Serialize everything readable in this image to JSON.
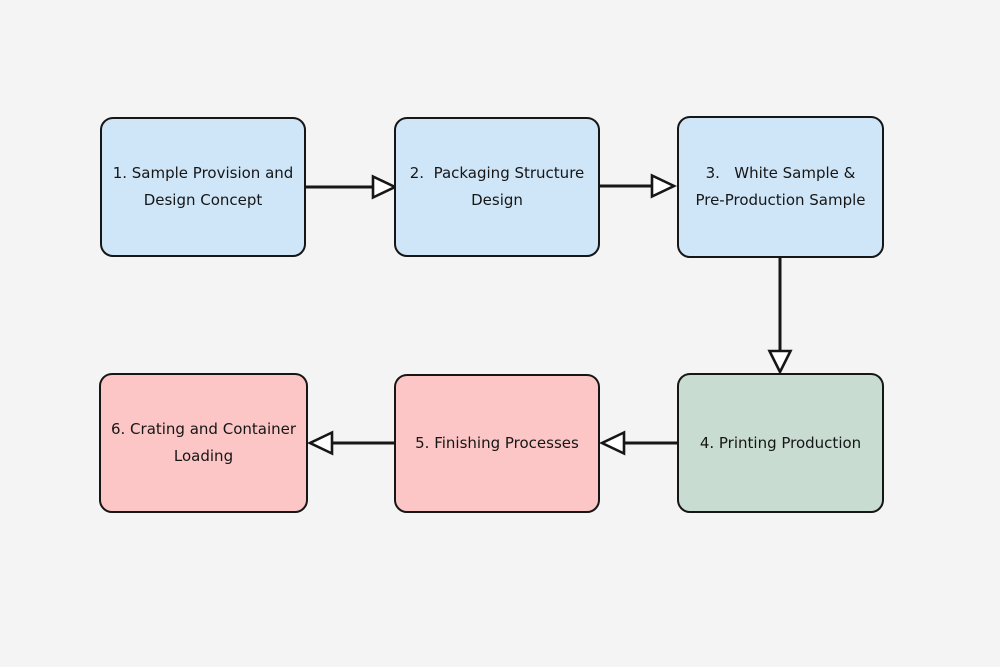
{
  "diagram": {
    "type": "flowchart",
    "colors": {
      "background": "#f4f4f4",
      "stroke": "#161616",
      "text": "#161616",
      "arrowhead_fill": "#ffffff",
      "blue": "#cfe6f8",
      "green": "#c8dcd1",
      "pink": "#fcc6c6"
    },
    "nodes": [
      {
        "id": "step-1",
        "fill": "#cfe6f8",
        "lines": [
          "1. Sample Provision and",
          "Design Concept"
        ]
      },
      {
        "id": "step-2",
        "fill": "#cfe6f8",
        "lines": [
          "2.  Packaging Structure",
          "Design"
        ]
      },
      {
        "id": "step-3",
        "fill": "#cfe6f8",
        "lines": [
          "3.   White Sample &",
          "Pre-Production Sample"
        ]
      },
      {
        "id": "step-4",
        "fill": "#c8dcd1",
        "lines": [
          "4. Printing Production"
        ]
      },
      {
        "id": "step-5",
        "fill": "#fcc6c6",
        "lines": [
          "5. Finishing Processes"
        ]
      },
      {
        "id": "step-6",
        "fill": "#fcc6c6",
        "lines": [
          "6. Crating and Container",
          "Loading"
        ]
      }
    ],
    "edges": [
      {
        "from": "step-1",
        "to": "step-2",
        "direction": "right"
      },
      {
        "from": "step-2",
        "to": "step-3",
        "direction": "right"
      },
      {
        "from": "step-3",
        "to": "step-4",
        "direction": "down"
      },
      {
        "from": "step-4",
        "to": "step-5",
        "direction": "left"
      },
      {
        "from": "step-5",
        "to": "step-6",
        "direction": "left"
      }
    ]
  }
}
